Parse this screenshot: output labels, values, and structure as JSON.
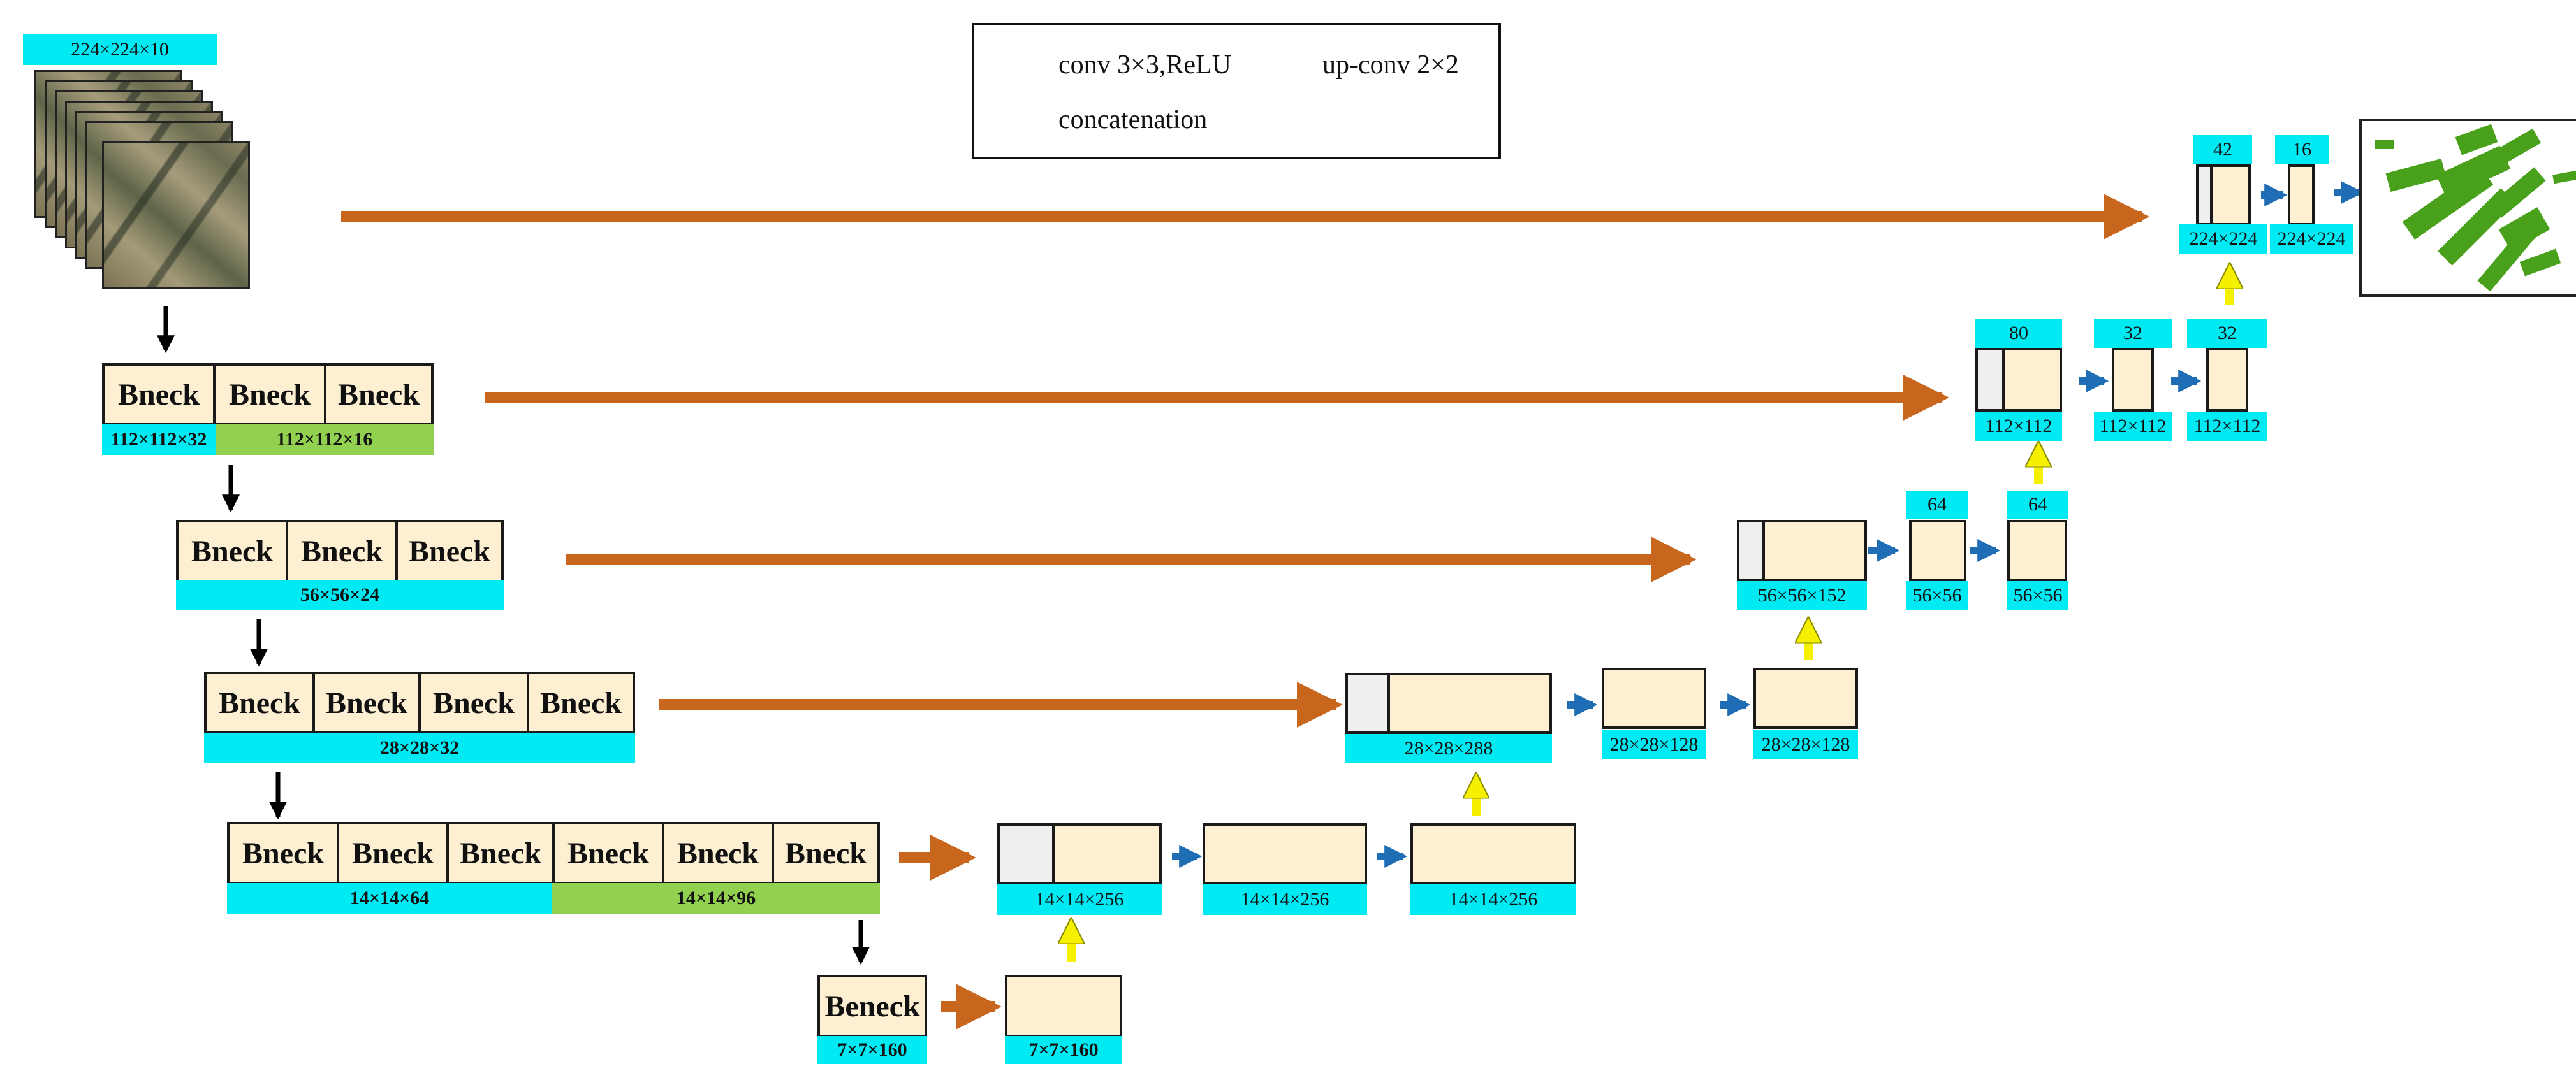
{
  "legend": {
    "conv": "conv 3×3,ReLU",
    "upconv": "up-conv 2×2",
    "concat": "concatenation"
  },
  "input": {
    "label": "224×224×10"
  },
  "encoder": {
    "cell_label": "Bneck",
    "bottleneck_label": "Beneck",
    "stage1": {
      "label_a": "112×112×32",
      "label_b": "112×112×16"
    },
    "stage2": {
      "label": "56×56×24"
    },
    "stage3": {
      "label": "28×28×32"
    },
    "stage4": {
      "label_a": "14×14×64",
      "label_b": "14×14×96"
    },
    "stage5": {
      "label": "7×7×160"
    }
  },
  "decoder": {
    "d7": "7×7×160",
    "d14": [
      "14×14×256",
      "14×14×256",
      "14×14×256"
    ],
    "d28": [
      "28×28×288",
      "28×28×128",
      "28×28×128"
    ],
    "d56": {
      "concat": "56×56×152",
      "a": "56×56",
      "a_ch": "64",
      "b": "56×56",
      "b_ch": "64"
    },
    "d112": {
      "concat": "112×112",
      "concat_ch": "80",
      "a": "112×112",
      "a_ch": "32",
      "b": "112×112",
      "b_ch": "32"
    },
    "d224": {
      "concat": "224×224",
      "concat_ch": "42",
      "a": "224×224",
      "a_ch": "16"
    }
  },
  "colors": {
    "conv_arrow": "#1f6db5",
    "upconv_arrow": "#f5f000",
    "concat_arrow": "#c8661e",
    "down_arrow": "#000000",
    "block_fill": "#fdf0d2",
    "label_cyan": "#00eaf4",
    "label_green": "#92d050",
    "mask_green": "#49a11b"
  }
}
